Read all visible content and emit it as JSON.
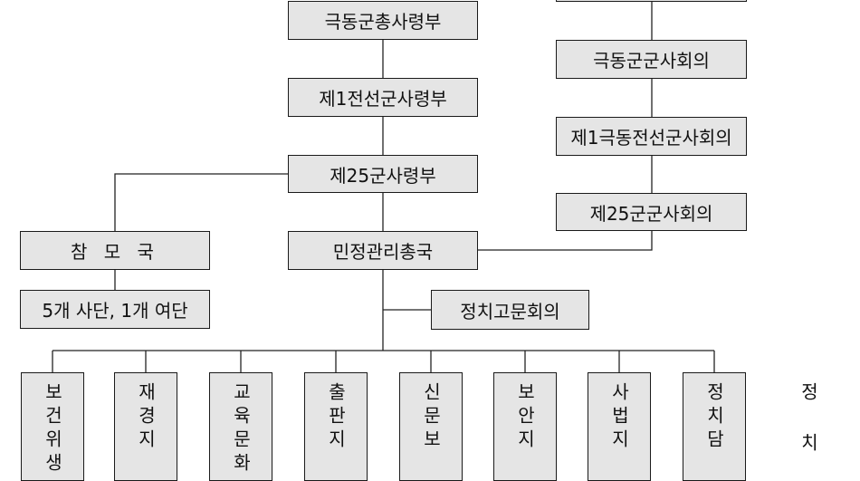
{
  "org_chart": {
    "left_column": {
      "hq": "극동군총사령부",
      "front": "제1전선군사령부",
      "army": "제25군사령부",
      "staff": "참 모 국",
      "divisions": "5개 사단, 1개 여단",
      "civil": "민정관리총국",
      "advisory": "정치고문회의"
    },
    "right_column": {
      "council_far_east": "극동군군사회의",
      "council_front": "제1극동전선군사회의",
      "council_25": "제25군군사회의"
    },
    "departments": [
      "보건위생",
      "재경지",
      "교육문화",
      "출판지",
      "신문보",
      "보안지",
      "사법지",
      "정치담",
      "정 치"
    ]
  }
}
